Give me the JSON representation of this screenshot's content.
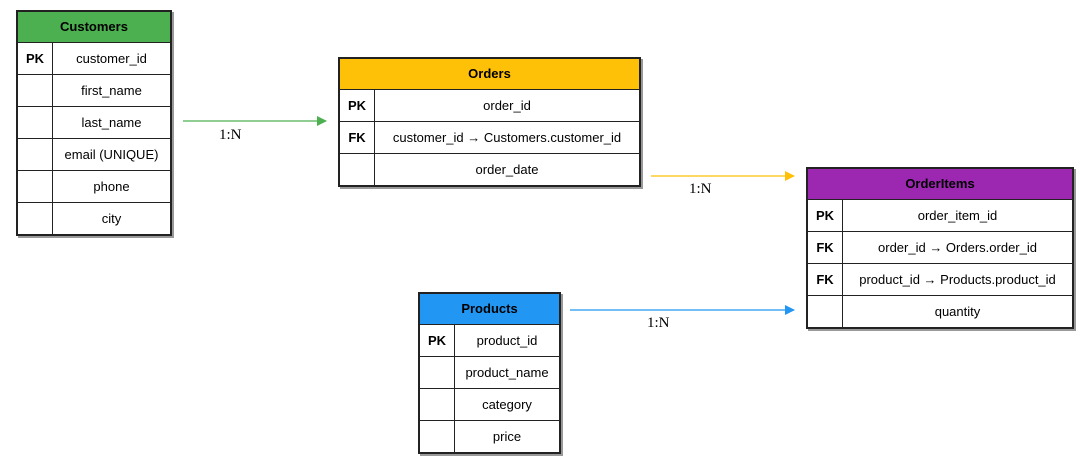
{
  "entities": {
    "customers": {
      "title": "Customers",
      "color": "#4caf50",
      "rows": [
        {
          "key": "PK",
          "field": "customer_id"
        },
        {
          "key": "",
          "field": "first_name"
        },
        {
          "key": "",
          "field": "last_name"
        },
        {
          "key": "",
          "field": "email (UNIQUE)"
        },
        {
          "key": "",
          "field": "phone"
        },
        {
          "key": "",
          "field": "city"
        }
      ]
    },
    "orders": {
      "title": "Orders",
      "color": "#ffc107",
      "rows": [
        {
          "key": "PK",
          "field": "order_id"
        },
        {
          "key": "FK",
          "field": "customer_id → Customers.customer_id"
        },
        {
          "key": "",
          "field": "order_date"
        }
      ]
    },
    "orderitems": {
      "title": "OrderItems",
      "color": "#9c27b0",
      "rows": [
        {
          "key": "PK",
          "field": "order_item_id"
        },
        {
          "key": "FK",
          "field": "order_id → Orders.order_id"
        },
        {
          "key": "FK",
          "field": "product_id → Products.product_id"
        },
        {
          "key": "",
          "field": "quantity"
        }
      ]
    },
    "products": {
      "title": "Products",
      "color": "#2196f3",
      "rows": [
        {
          "key": "PK",
          "field": "product_id"
        },
        {
          "key": "",
          "field": "product_name"
        },
        {
          "key": "",
          "field": "category"
        },
        {
          "key": "",
          "field": "price"
        }
      ]
    }
  },
  "relationships": [
    {
      "from": "Customers",
      "to": "Orders",
      "label": "1:N",
      "color": "#4caf50"
    },
    {
      "from": "Orders",
      "to": "OrderItems",
      "label": "1:N",
      "color": "#ffc107"
    },
    {
      "from": "Products",
      "to": "OrderItems",
      "label": "1:N",
      "color": "#2196f3"
    }
  ]
}
